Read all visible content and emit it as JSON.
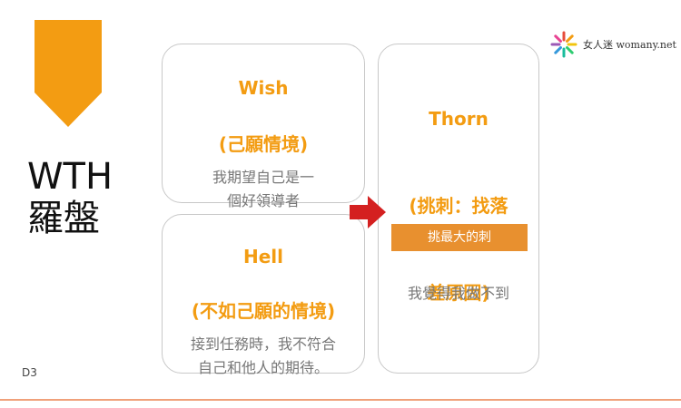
{
  "banner": {
    "color": "#f39c12",
    "icon": "bookmark-ribbon"
  },
  "title": {
    "line1": "WTH",
    "line2": "羅盤"
  },
  "logo": {
    "text": "女人迷 womany.net",
    "icon": "sunburst-logo"
  },
  "wish": {
    "heading1": "Wish",
    "heading2": "(己願情境)",
    "text1": "我期望自己是一",
    "text2": "個好領導者"
  },
  "hell": {
    "heading1": "Hell",
    "heading2": "(不如己願的情境)",
    "text1": "接到任務時，我不符合",
    "text2": "自己和他人的期待。"
  },
  "thorn": {
    "heading1": "Thorn",
    "heading2": "(挑刺：找落",
    "heading3": "差原因)",
    "tag": "挑最大的刺",
    "text": "我覺得我做不到"
  },
  "arrow": {
    "color": "#d42020",
    "icon": "right-arrow"
  },
  "slide_number": "D3",
  "colors": {
    "accent": "#f39c12",
    "tag_bg": "#e8902f",
    "footer_line": "#f0a07a"
  }
}
